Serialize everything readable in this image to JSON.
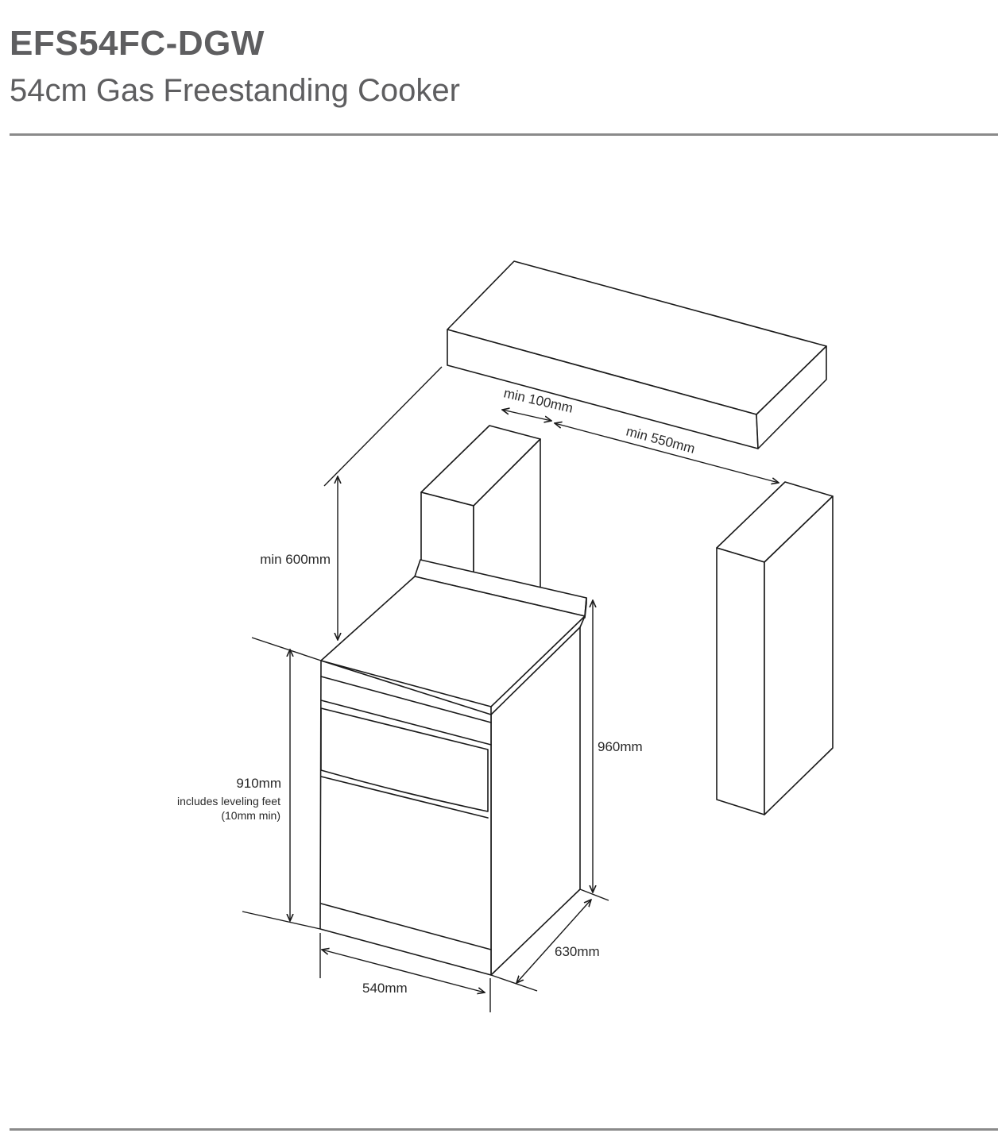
{
  "header": {
    "model": "EFS54FC-DGW",
    "subtitle": "54cm Gas Freestanding Cooker"
  },
  "diagram": {
    "labels": {
      "min_side_clearance": "min 100mm",
      "min_gap_width": "min 550mm",
      "min_overhead": "min 600mm",
      "height_total": "960mm",
      "height_body": "910mm",
      "height_note_1": "includes leveling feet",
      "height_note_2": "(10mm min)",
      "depth": "630mm",
      "width": "540mm"
    }
  },
  "colors": {
    "heading": "#5e5e60",
    "rule": "#8a8a8a",
    "line": "#1a1a1a"
  }
}
